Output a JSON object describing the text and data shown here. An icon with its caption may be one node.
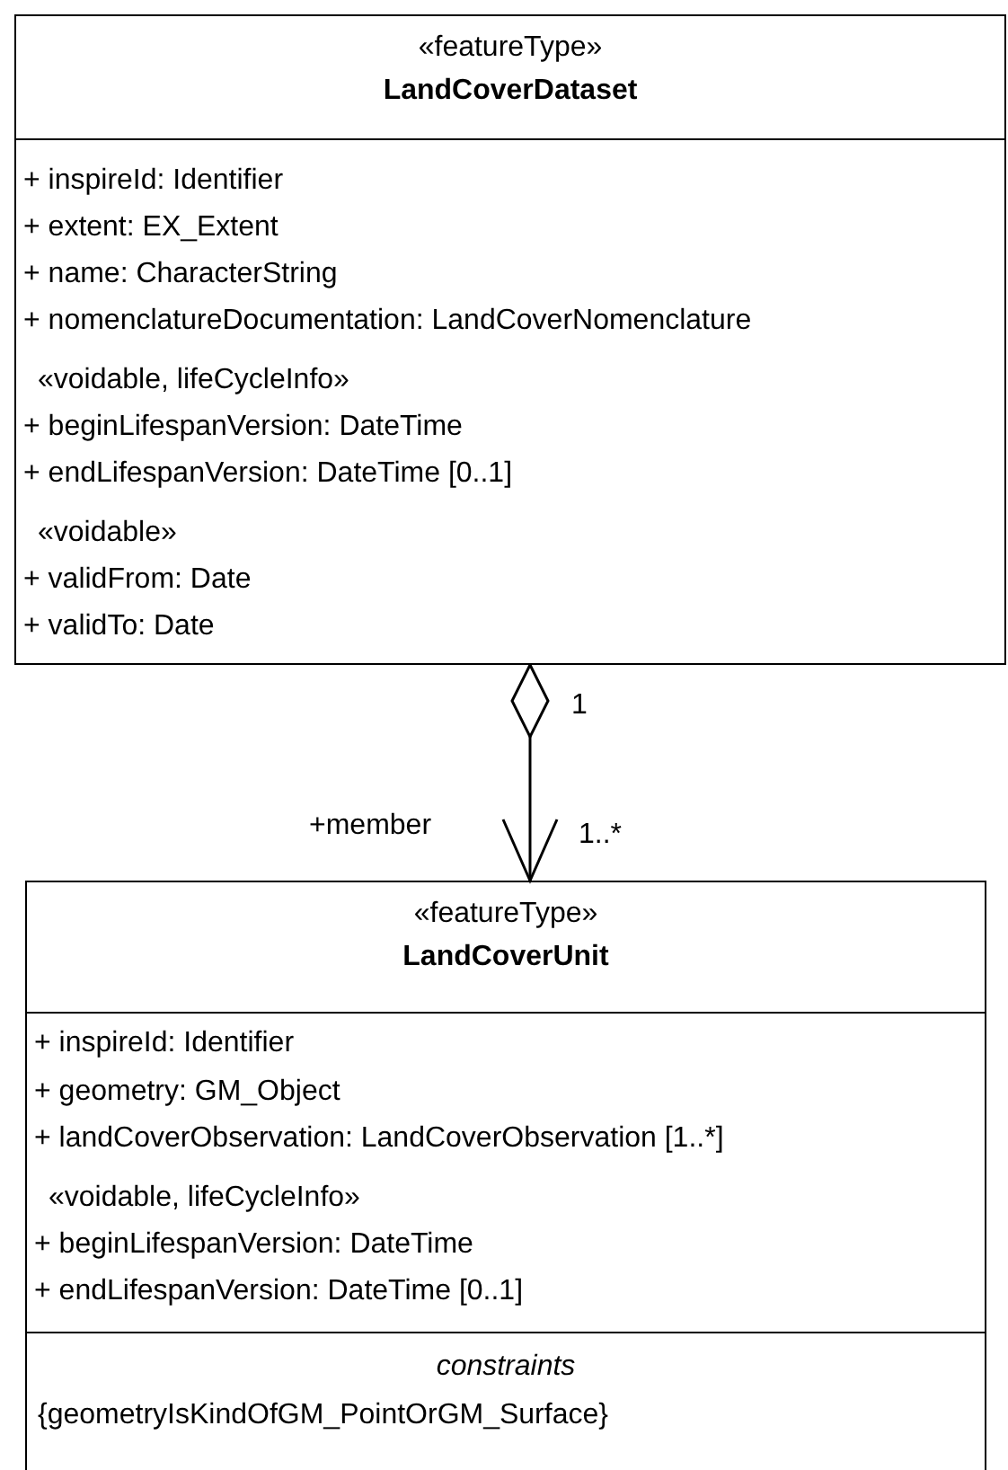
{
  "diagram": {
    "nodes": [
      {
        "text": [
          "«featureType»",
          "LandCoverDataset",
          "+ inspireId: Identifier",
          "+ extent: EX_Extent",
          "+ name: CharacterString",
          "+ nomenclatureDocumentation: LandCoverNomenclature",
          "«voidable, lifeCycleInfo»",
          "+ beginLifespanVersion: DateTime",
          "+ endLifespanVersion: DateTime [0..1]",
          "«voidable»",
          "+ validFrom: Date",
          "+ validTo: Date"
        ]
      },
      {
        "text": [
          "«featureType»",
          "LandCoverUnit",
          "+ inspireId: Identifier",
          "+ geometry: GM_Object",
          "+ landCoverObservation: LandCoverObservation [1..*]",
          "«voidable, lifeCycleInfo»",
          "+ beginLifespanVersion: DateTime",
          "+ endLifespanVersion: DateTime [0..1]",
          "constraints",
          "{geometryIsKindOfGM_PointOrGM_Surface}"
        ]
      }
    ],
    "edges": [
      {
        "from": 0,
        "to": 1,
        "arrow": "to",
        "label": "+member"
      }
    ],
    "labels": [
      "1",
      "1..*"
    ]
  }
}
